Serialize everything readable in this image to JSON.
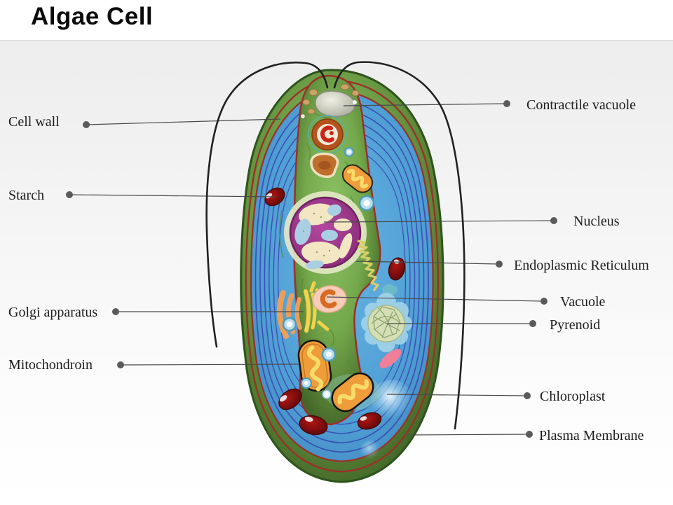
{
  "title": "Algae Cell",
  "labels": {
    "left": [
      {
        "text": "Cell wall"
      },
      {
        "text": "Starch"
      },
      {
        "text": "Golgi apparatus"
      },
      {
        "text": "Mitochondroin"
      }
    ],
    "right": [
      {
        "text": "Contractile vacuole"
      },
      {
        "text": "Nucleus"
      },
      {
        "text": "Endoplasmic Reticulum"
      },
      {
        "text": "Vacuole"
      },
      {
        "text": "Pyrenoid"
      },
      {
        "text": "Chloroplast"
      },
      {
        "text": "Plasma Membrane"
      }
    ]
  },
  "colors": {
    "title_text": "#0b0b0b",
    "label_text": "#1c1c1c",
    "leader_line": "#4a4a4a",
    "leader_dot": "#5a5a5a",
    "cell_wall_green": "#74a84c",
    "chloroplast_blue": "#54a3d8",
    "thylakoid_blue": "#3644ae",
    "plasma_membrane_maroon": "#9c3028",
    "nucleus_purple": "#a43a92",
    "starch_red": "#8e1010",
    "golgi_orange": "#eb9f5a",
    "golgi_yellow": "#f2d24b",
    "mitochondrion_orange": "#ef9c3a",
    "pyrenoid_green": "#d5dfb6",
    "background_panel": "#ededed"
  }
}
